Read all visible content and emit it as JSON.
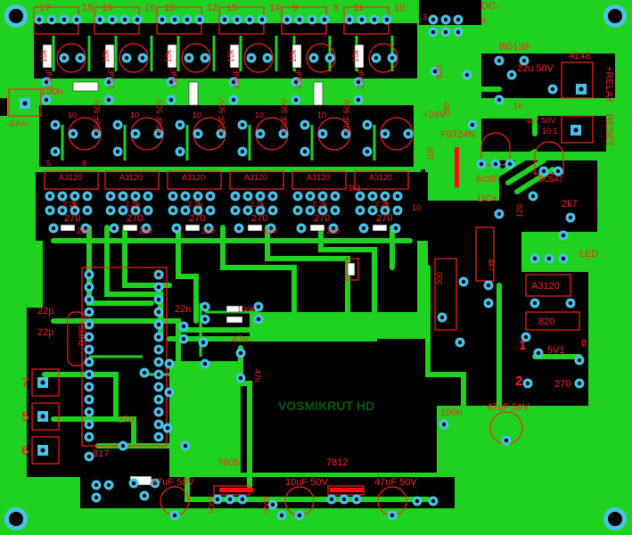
{
  "colors": {
    "board": "#000000",
    "copper": "#1fd21f",
    "copper_dark": "#10a010",
    "pad": "#49c2e8",
    "pad_hole": "#000000",
    "silk": "#ff2020",
    "part_fill": "#ffffff"
  },
  "headers": {
    "pin_numbers": [
      "17",
      "18",
      "19",
      "16",
      "13",
      "12",
      "15",
      "14",
      "9",
      "8",
      "11",
      "10"
    ]
  },
  "regulator_chips": [
    "A3120",
    "A3120",
    "A3120",
    "A3120",
    "A3120",
    "A3120"
  ],
  "top_labels": {
    "dc_minus": "DC-",
    "dc_minus_num1": "3",
    "dc_minus_num2": "4",
    "bd139": "BD139",
    "diode_4148": "4148",
    "cap_22u": "22u 50V",
    "relay": "+RELAY",
    "reset": "RESET",
    "fb_cap": "100n",
    "main_24v": "-24V+",
    "v24": "+24V",
    "f0724n": "F0724N",
    "bc557": "BC557",
    "bc547": "BC547",
    "cap_4u7": "4u7 50V",
    "r10": "10 1",
    "r2k7": "2k7",
    "led": "LED",
    "dc_plus": "DC+",
    "r100": "100",
    "r4k7": "4k7",
    "r180": "180",
    "r120": "120",
    "r820": "820",
    "r300": "300",
    "r1k": "1k"
  },
  "column_labels": {
    "r2k2": "2.2k",
    "r270": "270",
    "r220": "220",
    "r10k": "10k",
    "cap_47u": "47uF 50V",
    "cap_2u2": "2.2uF",
    "r10": "10",
    "r5": "5",
    "r8": "8"
  },
  "right_block": {
    "opto": "A3120",
    "r820": "820",
    "zener": "5V1",
    "r270": "270",
    "conn1": "1",
    "conn2": "2",
    "r4k": "4k"
  },
  "left_block": {
    "c22p_1": "22p",
    "c22p_2": "22p",
    "xtal": "16MHz",
    "conn7": "7",
    "conn5": "5",
    "conn6": "6",
    "r817": "817",
    "c270": "270"
  },
  "middle": {
    "c22n": "22n",
    "c47n_1": "47n",
    "c47n_2": "47n",
    "r100k": "100k",
    "r3k3": "3k3"
  },
  "regulators": {
    "vr1": "7805",
    "vr2": "7812",
    "c10u": "10uF 50V",
    "c47u_1": "47uF 50V",
    "c47u_2": "47uF 50V",
    "c47u_3": "47uF 50V",
    "c100n_1": "100n",
    "c100n_2": "100n",
    "c100n_3": "100n"
  },
  "title_text": "VOSMIKRUT HD"
}
